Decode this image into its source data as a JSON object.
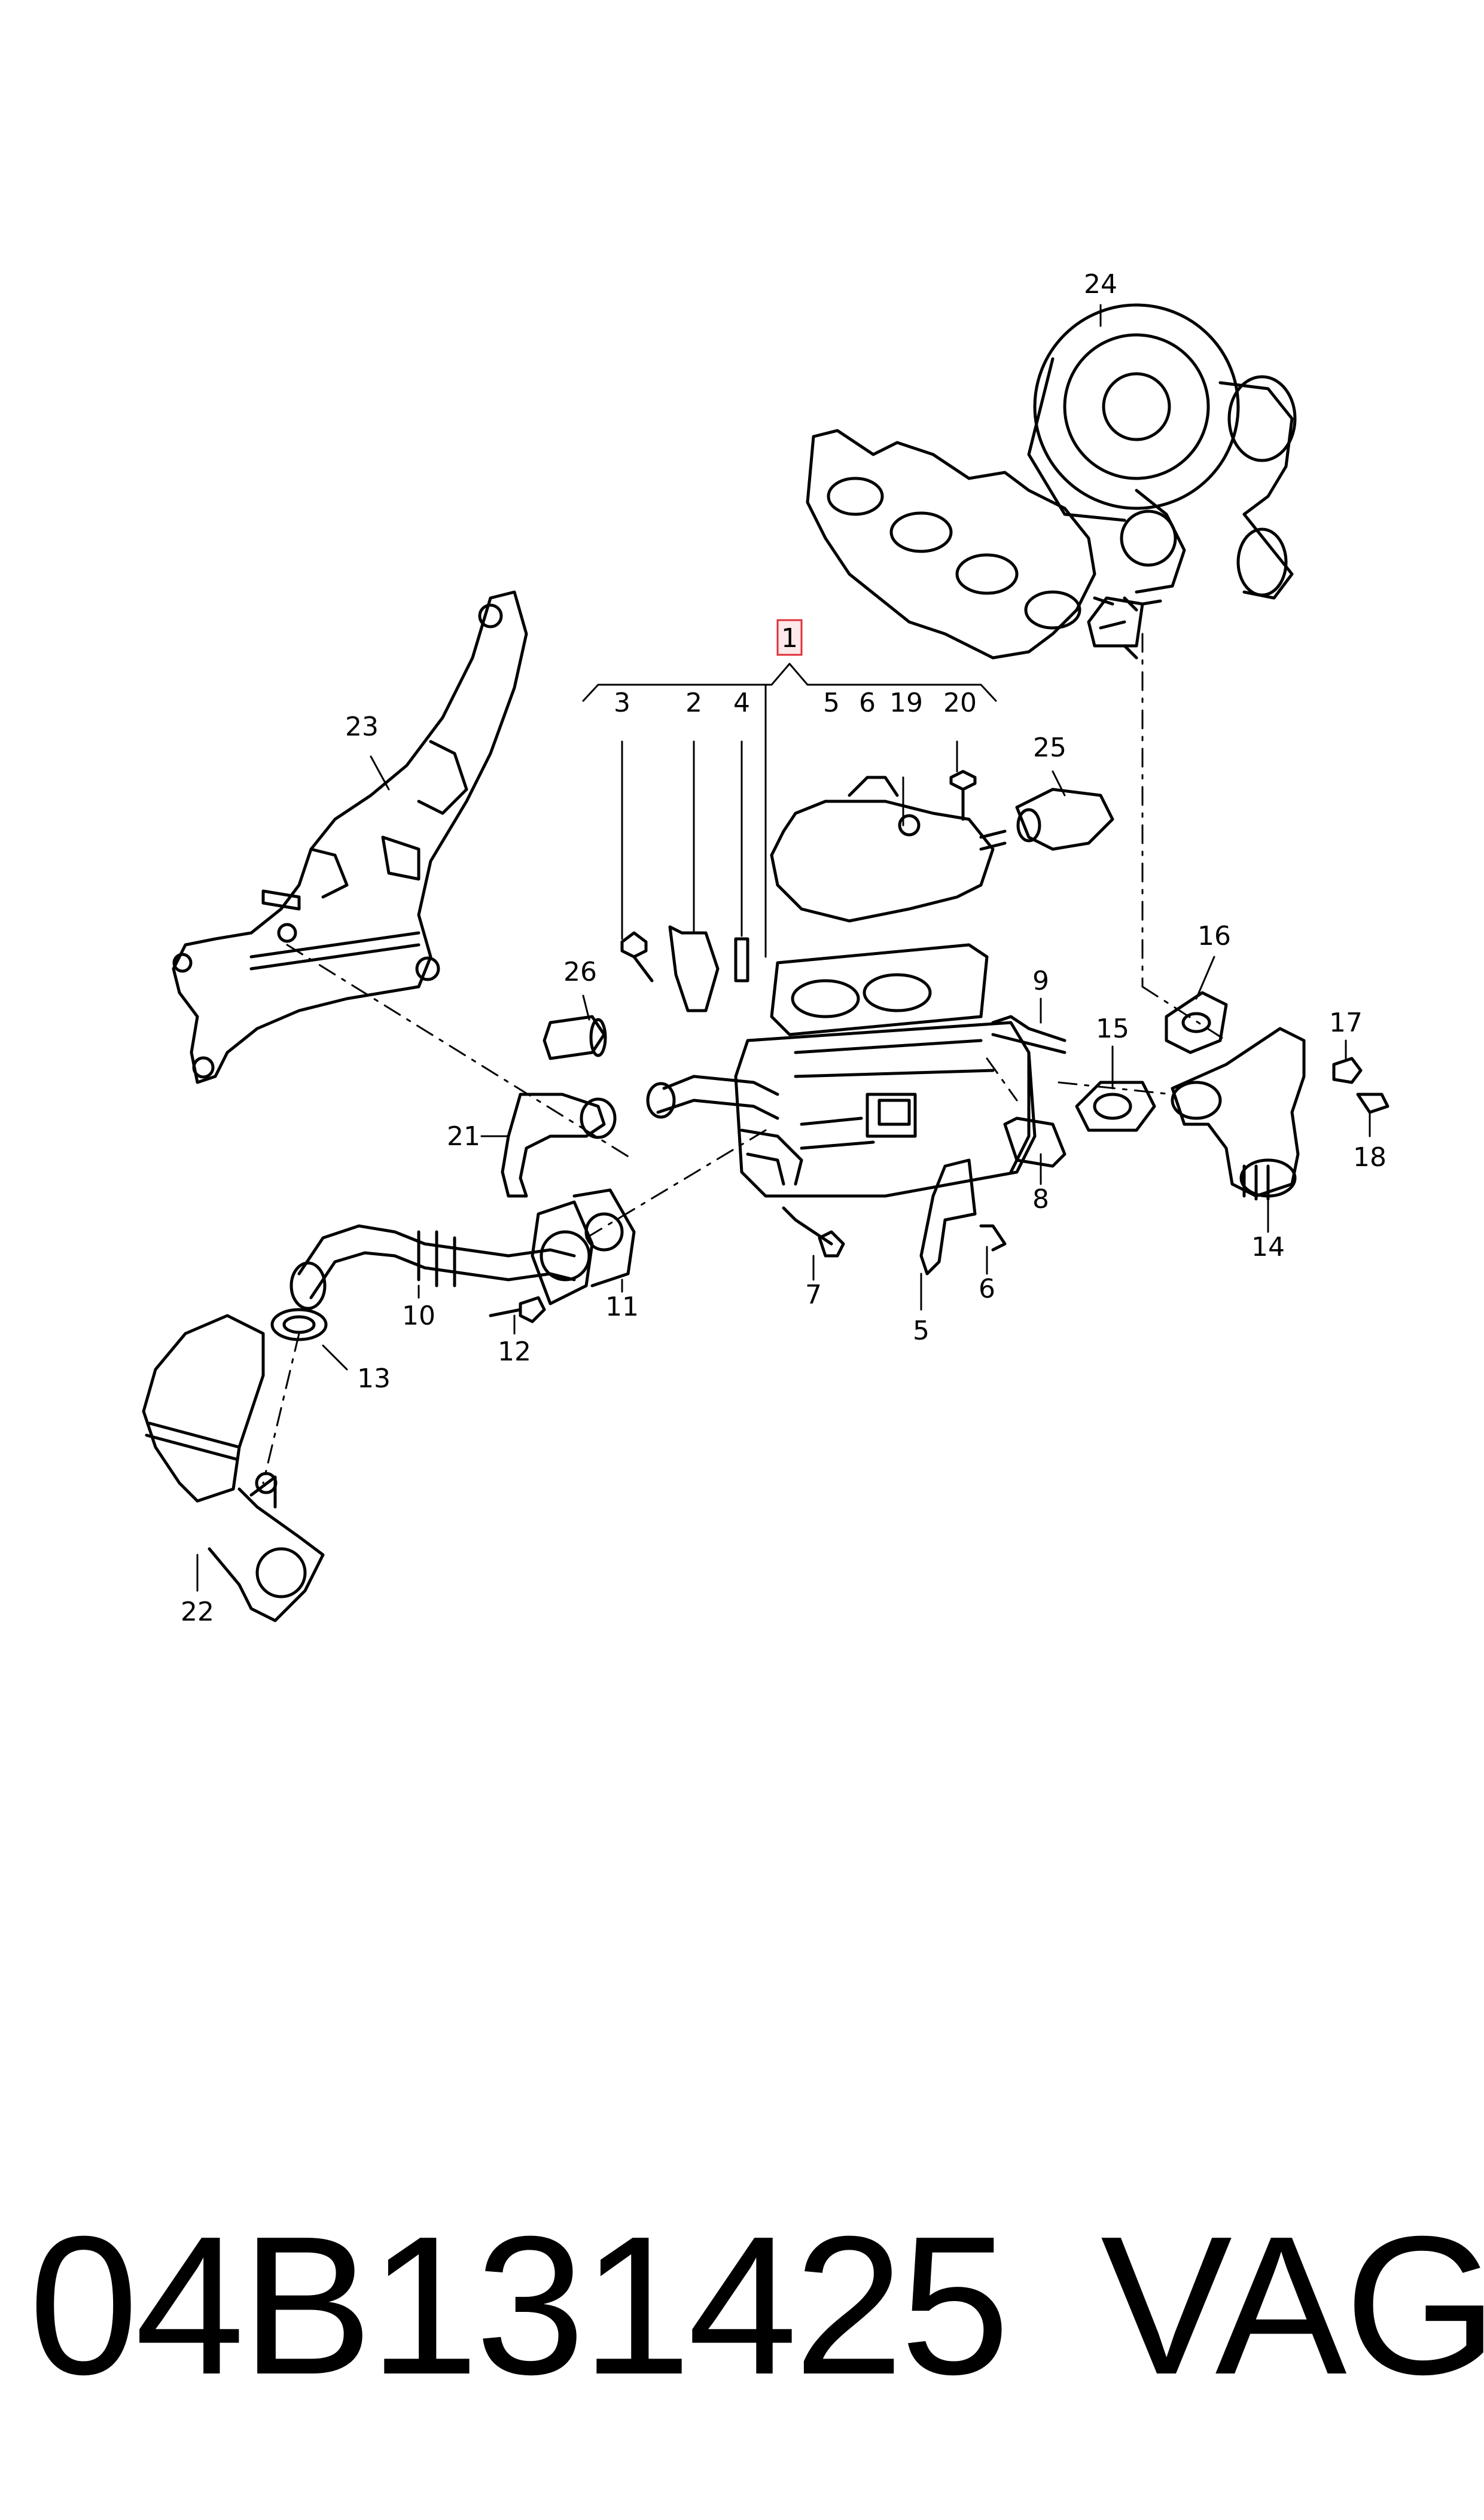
{
  "diagram": {
    "callouts": [
      {
        "id": "c1",
        "label": "1",
        "highlighted": true
      },
      {
        "id": "c2",
        "label": "2"
      },
      {
        "id": "c3",
        "label": "3"
      },
      {
        "id": "c4",
        "label": "4"
      },
      {
        "id": "c5top",
        "label": "5"
      },
      {
        "id": "c6top",
        "label": "6"
      },
      {
        "id": "c19",
        "label": "19"
      },
      {
        "id": "c20",
        "label": "20"
      },
      {
        "id": "c24",
        "label": "24"
      },
      {
        "id": "c23",
        "label": "23"
      },
      {
        "id": "c25",
        "label": "25"
      },
      {
        "id": "c26",
        "label": "26"
      },
      {
        "id": "c9",
        "label": "9"
      },
      {
        "id": "c16",
        "label": "16"
      },
      {
        "id": "c15",
        "label": "15"
      },
      {
        "id": "c17",
        "label": "17"
      },
      {
        "id": "c18",
        "label": "18"
      },
      {
        "id": "c21",
        "label": "21"
      },
      {
        "id": "c8",
        "label": "8"
      },
      {
        "id": "c14",
        "label": "14"
      },
      {
        "id": "c7",
        "label": "7"
      },
      {
        "id": "c6",
        "label": "6"
      },
      {
        "id": "c5",
        "label": "5"
      },
      {
        "id": "c10",
        "label": "10"
      },
      {
        "id": "c11",
        "label": "11"
      },
      {
        "id": "c12",
        "label": "12"
      },
      {
        "id": "c13",
        "label": "13"
      },
      {
        "id": "c22",
        "label": "22"
      }
    ],
    "highlight_color": "#e0303a",
    "highlight_fill": "#fde8ea",
    "line_color": "#000000"
  },
  "footer": {
    "part_number": "04B131425",
    "brand": "VAG"
  }
}
